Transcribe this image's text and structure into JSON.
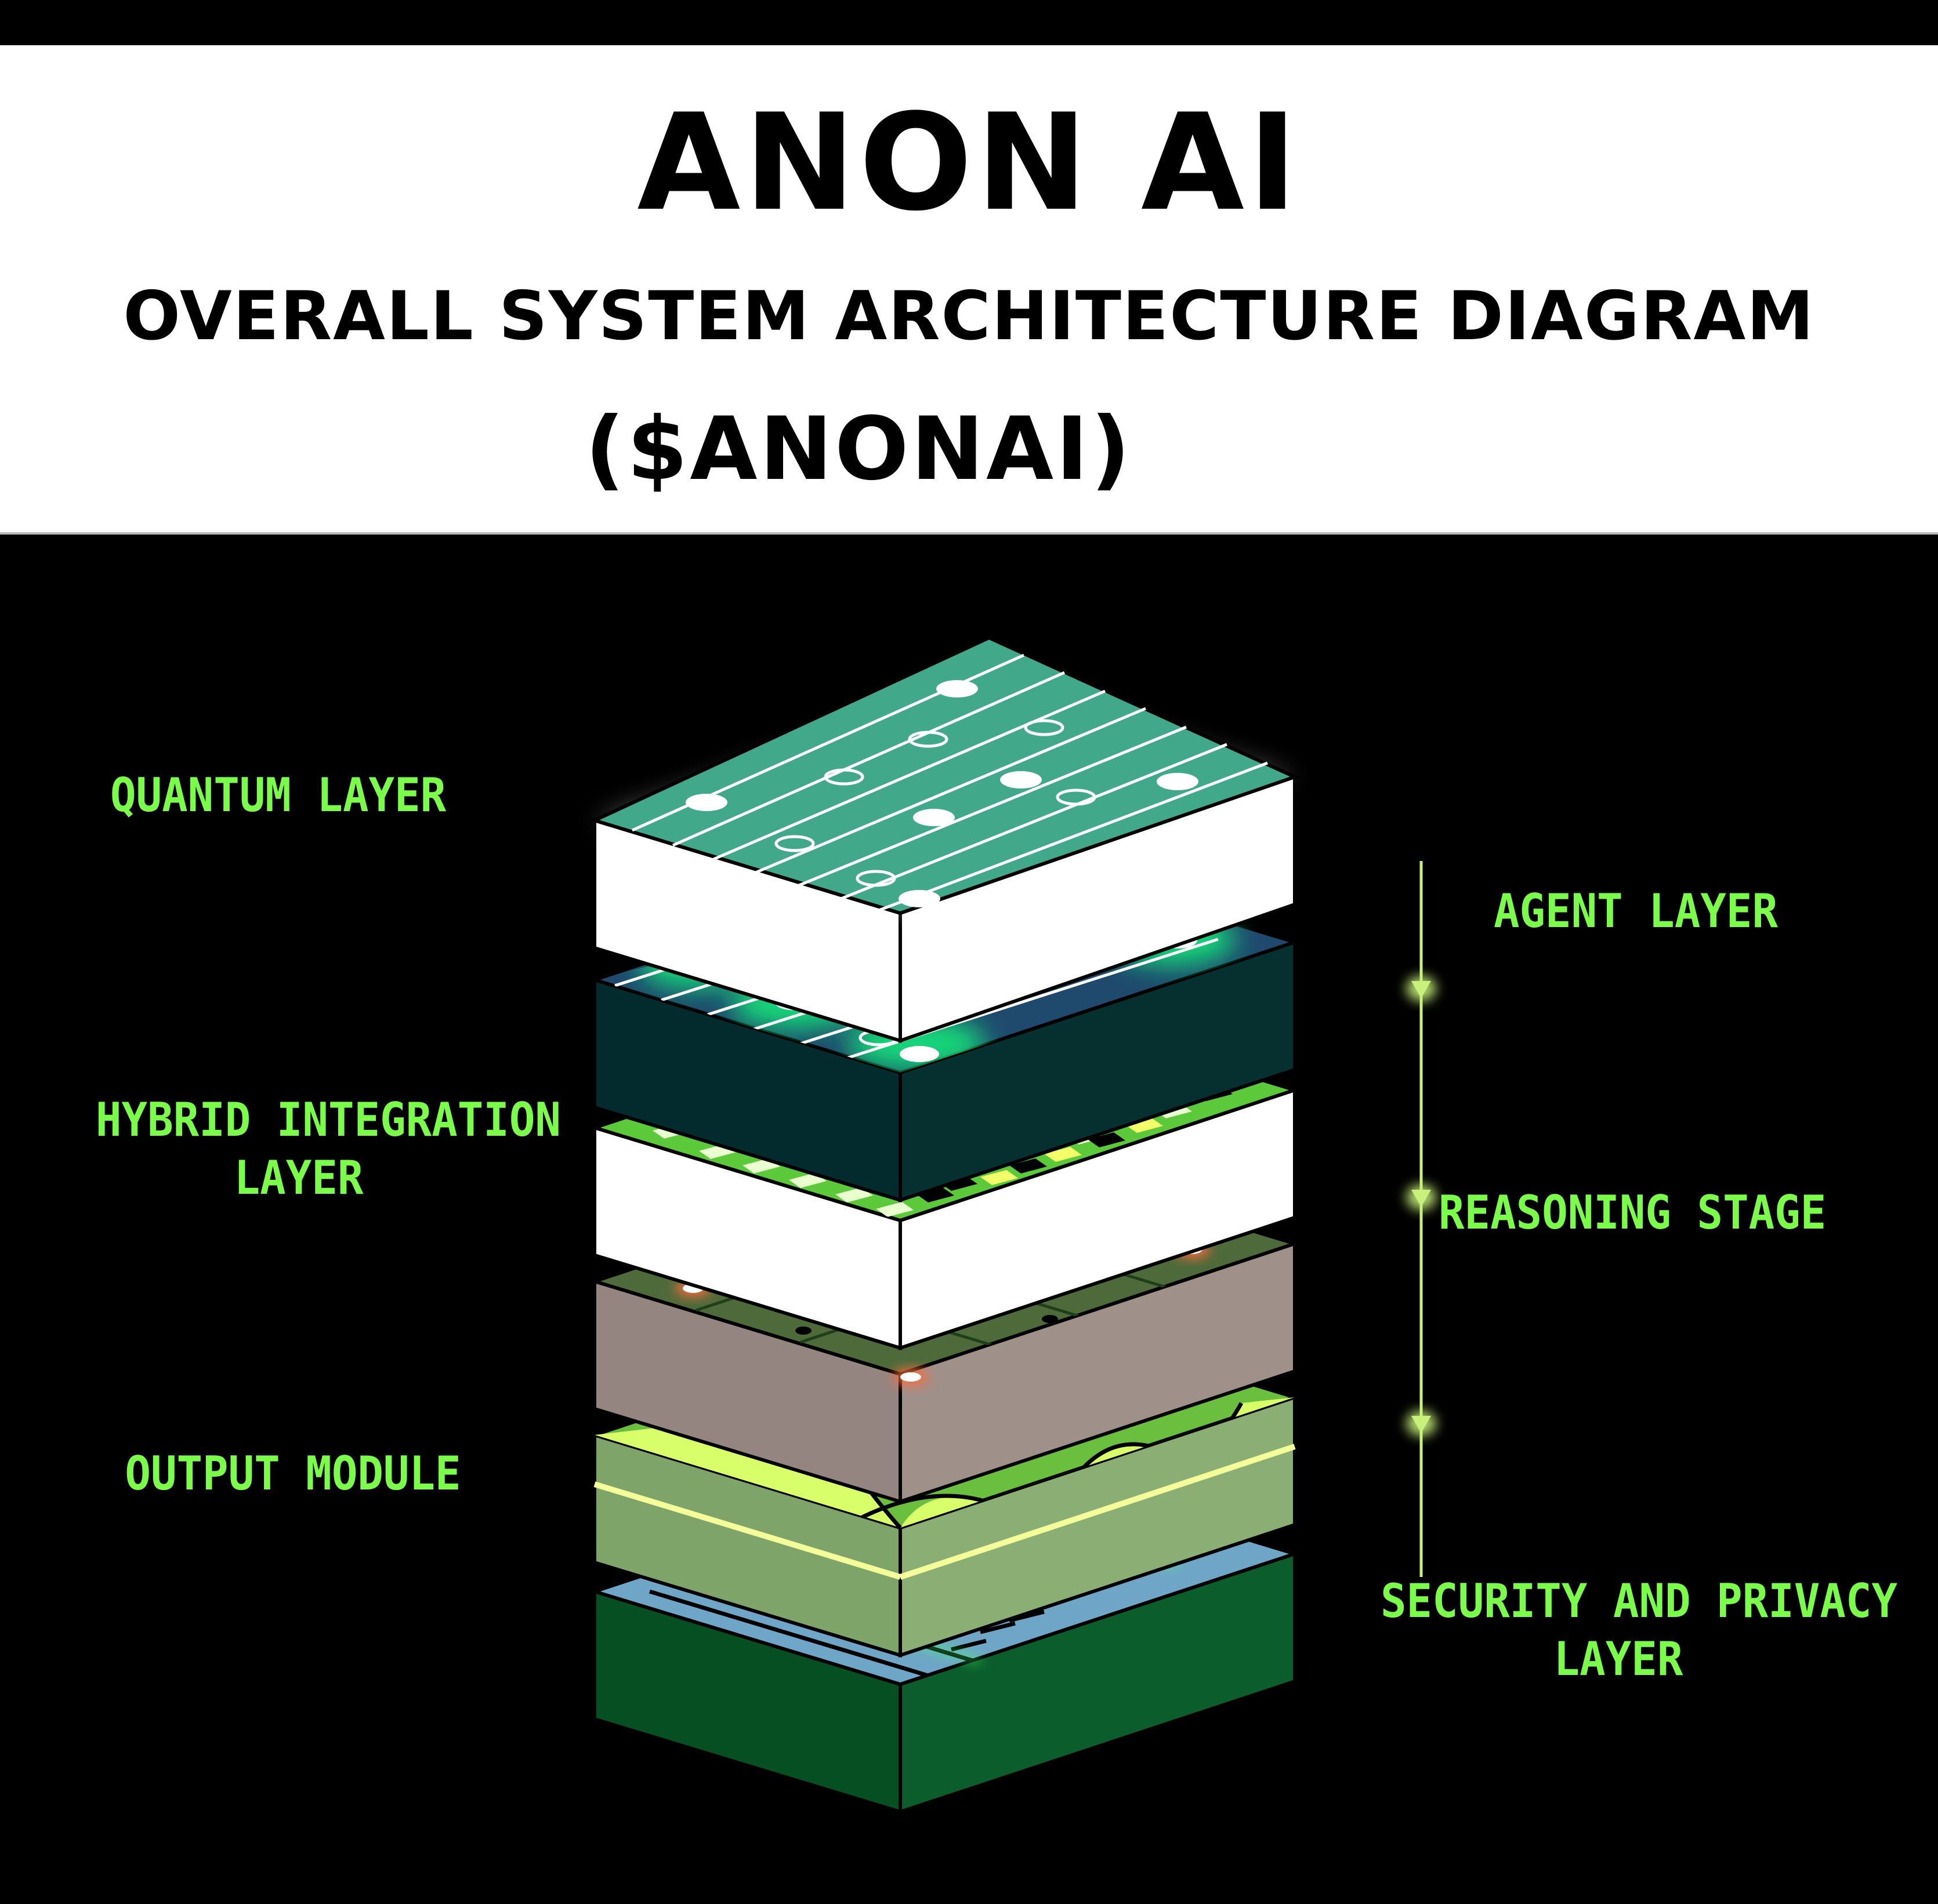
{
  "header": {
    "title": "ANON AI",
    "subtitle": "OVERALL SYSTEM ARCHITECTURE DIAGRAM",
    "ticker": "($ANONAI)"
  },
  "labels": {
    "quantum": "QUANTUM LAYER",
    "hybrid_line1": "HYBRID INTEGRATION",
    "hybrid_line2": "LAYER",
    "output": "OUTPUT MODULE",
    "agent": "AGENT LAYER",
    "reasoning": "REASONING STAGE",
    "security_line1": "SECURITY AND PRIVACY",
    "security_line2": "LAYER"
  },
  "colors": {
    "label_green": "#7cfc4a",
    "flow_line": "#c8f07a",
    "quantum_top": "#42a88a",
    "agent_top": "#1f4a6e",
    "agent_glow": "#16e07a",
    "hybrid_top": "#5cc93a",
    "reasoning_top": "#4f6a3a",
    "reasoning_side": "#958580",
    "output_top": "#6abf3f",
    "security_top": "#6fa6c7",
    "security_side": "#064f22"
  }
}
